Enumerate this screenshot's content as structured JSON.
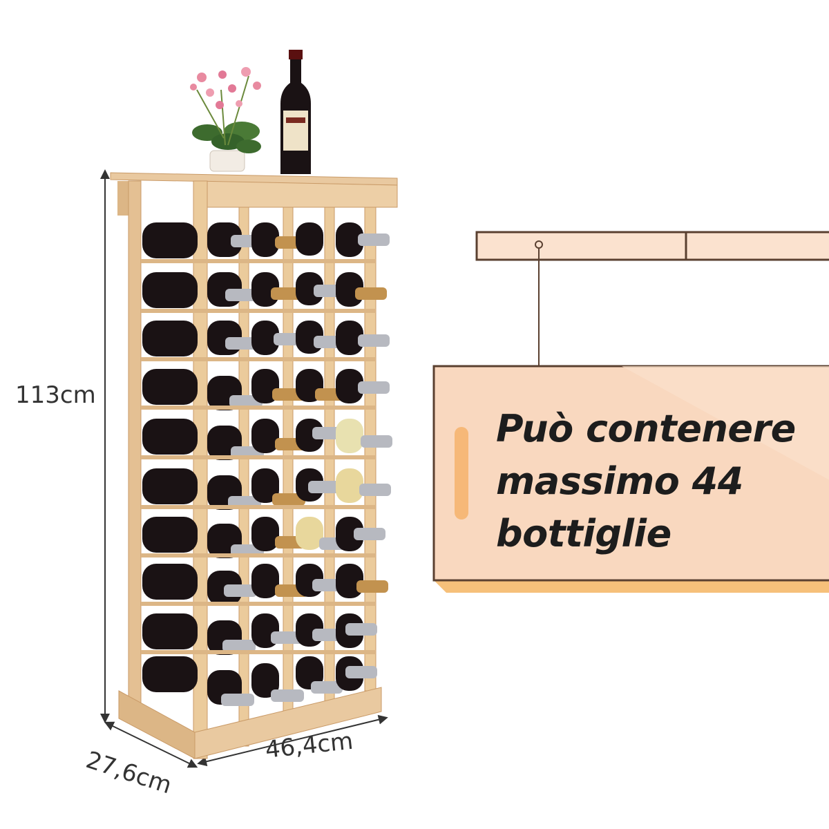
{
  "dimensions": {
    "height": "113cm",
    "depth": "27,6cm",
    "width": "46,4cm"
  },
  "callout": {
    "line1": "Può contenere",
    "line2": "massimo 44",
    "line3": "bottiglie"
  },
  "colors": {
    "background": "#ffffff",
    "wood": "#e9c9a0",
    "wood_dark": "#c99a67",
    "panel": "#f9d8bf",
    "panel_edge": "#5a4030",
    "panel_shadow": "#f6c07a",
    "text": "#1d1d1d",
    "bottle": "#1a1214",
    "capsule": "#b7b9c0"
  },
  "product": {
    "capacity_bottles": 44,
    "rows": 10
  }
}
